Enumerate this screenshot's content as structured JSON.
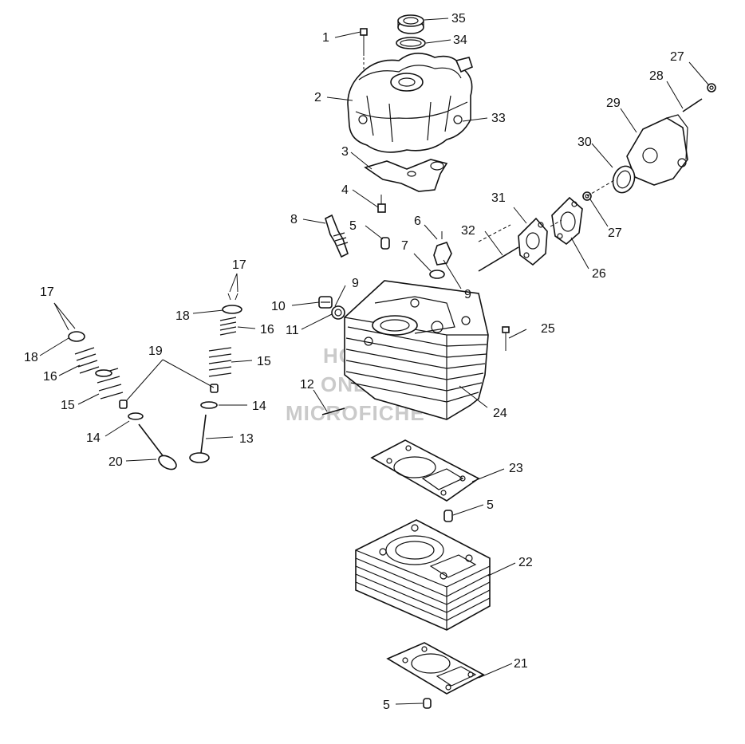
{
  "watermark": {
    "line1": "HOSTED",
    "line2": "ONLINE",
    "line3": "MICROFICHE"
  },
  "callouts": {
    "c1": "1",
    "c2": "2",
    "c3": "3",
    "c4": "4",
    "c5a": "5",
    "c5b": "5",
    "c5c": "5",
    "c6": "6",
    "c7": "7",
    "c8": "8",
    "c9a": "9",
    "c9b": "9",
    "c10": "10",
    "c11": "11",
    "c12": "12",
    "c13": "13",
    "c14a": "14",
    "c14b": "14",
    "c15a": "15",
    "c15b": "15",
    "c16a": "16",
    "c16b": "16",
    "c17a": "17",
    "c17b": "17",
    "c18a": "18",
    "c18b": "18",
    "c19": "19",
    "c20": "20",
    "c21": "21",
    "c22": "22",
    "c23": "23",
    "c24": "24",
    "c25": "25",
    "c26": "26",
    "c27a": "27",
    "c27b": "27",
    "c28": "28",
    "c29": "29",
    "c30": "30",
    "c31": "31",
    "c32": "32",
    "c33": "33",
    "c34": "34",
    "c35": "35"
  }
}
